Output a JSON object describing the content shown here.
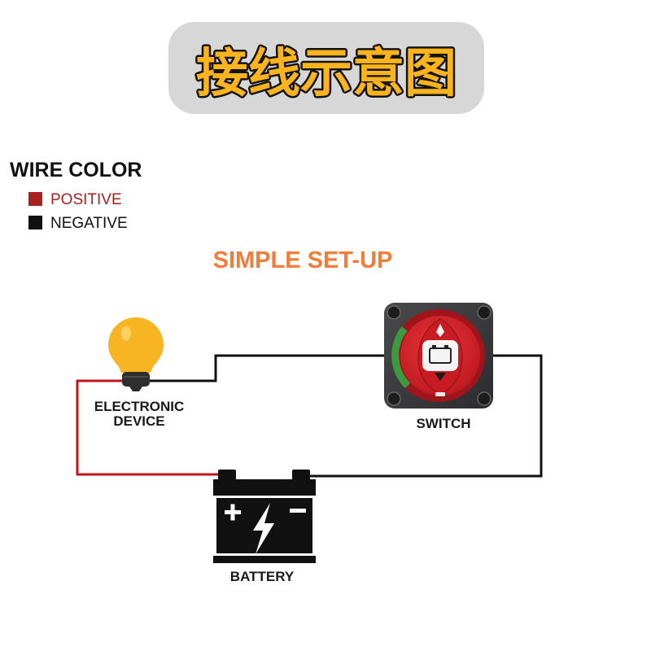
{
  "title": "接线示意图",
  "legend": {
    "heading": "WIRE COLOR",
    "items": [
      {
        "label": "POSITIVE",
        "color": "#A8201E"
      },
      {
        "label": "NEGATIVE",
        "color": "#111111"
      }
    ]
  },
  "setup_title": "SIMPLE SET-UP",
  "components": {
    "device": {
      "label_line1": "ELECTRONIC",
      "label_line2": "DEVICE",
      "icon": "light-bulb-icon"
    },
    "switch": {
      "label": "SWITCH",
      "icon": "battery-switch-icon"
    },
    "battery": {
      "label": "BATTERY",
      "icon": "battery-icon"
    }
  },
  "colors": {
    "positive_wire": "#C0161B",
    "negative_wire": "#111111",
    "accent": "#F27C38",
    "bulb": "#F7B523",
    "title_fill": "#FBB41E",
    "banner": "#D7D7D7",
    "switch_knob": "#D31F26",
    "switch_indicator": "#3C9A3E"
  }
}
